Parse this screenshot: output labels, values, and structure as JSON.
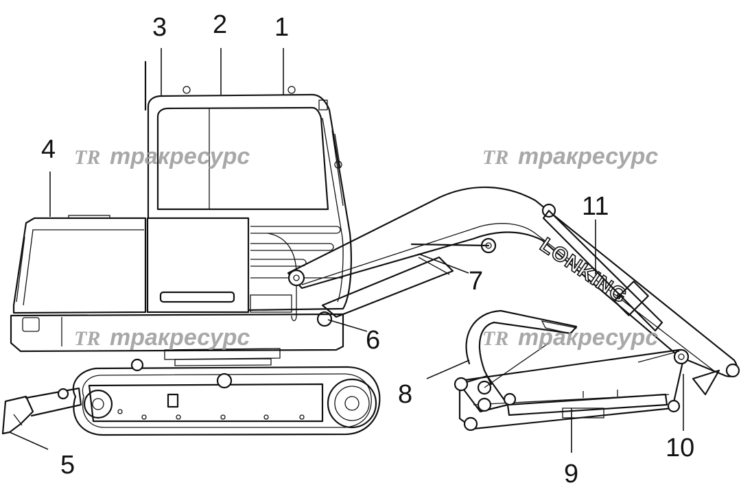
{
  "callouts": [
    {
      "id": "1",
      "label": "1"
    },
    {
      "id": "2",
      "label": "2"
    },
    {
      "id": "3",
      "label": "3"
    },
    {
      "id": "4",
      "label": "4"
    },
    {
      "id": "5",
      "label": "5"
    },
    {
      "id": "6",
      "label": "6"
    },
    {
      "id": "7",
      "label": "7"
    },
    {
      "id": "8",
      "label": "8"
    },
    {
      "id": "9",
      "label": "9"
    },
    {
      "id": "10",
      "label": "10"
    },
    {
      "id": "11",
      "label": "11"
    }
  ],
  "brand_text": "LONKING",
  "watermark": {
    "logo": "TR",
    "text": "тракресурс"
  },
  "colors": {
    "line": "#111111",
    "background": "#ffffff",
    "watermark": "#9a9a9a"
  }
}
